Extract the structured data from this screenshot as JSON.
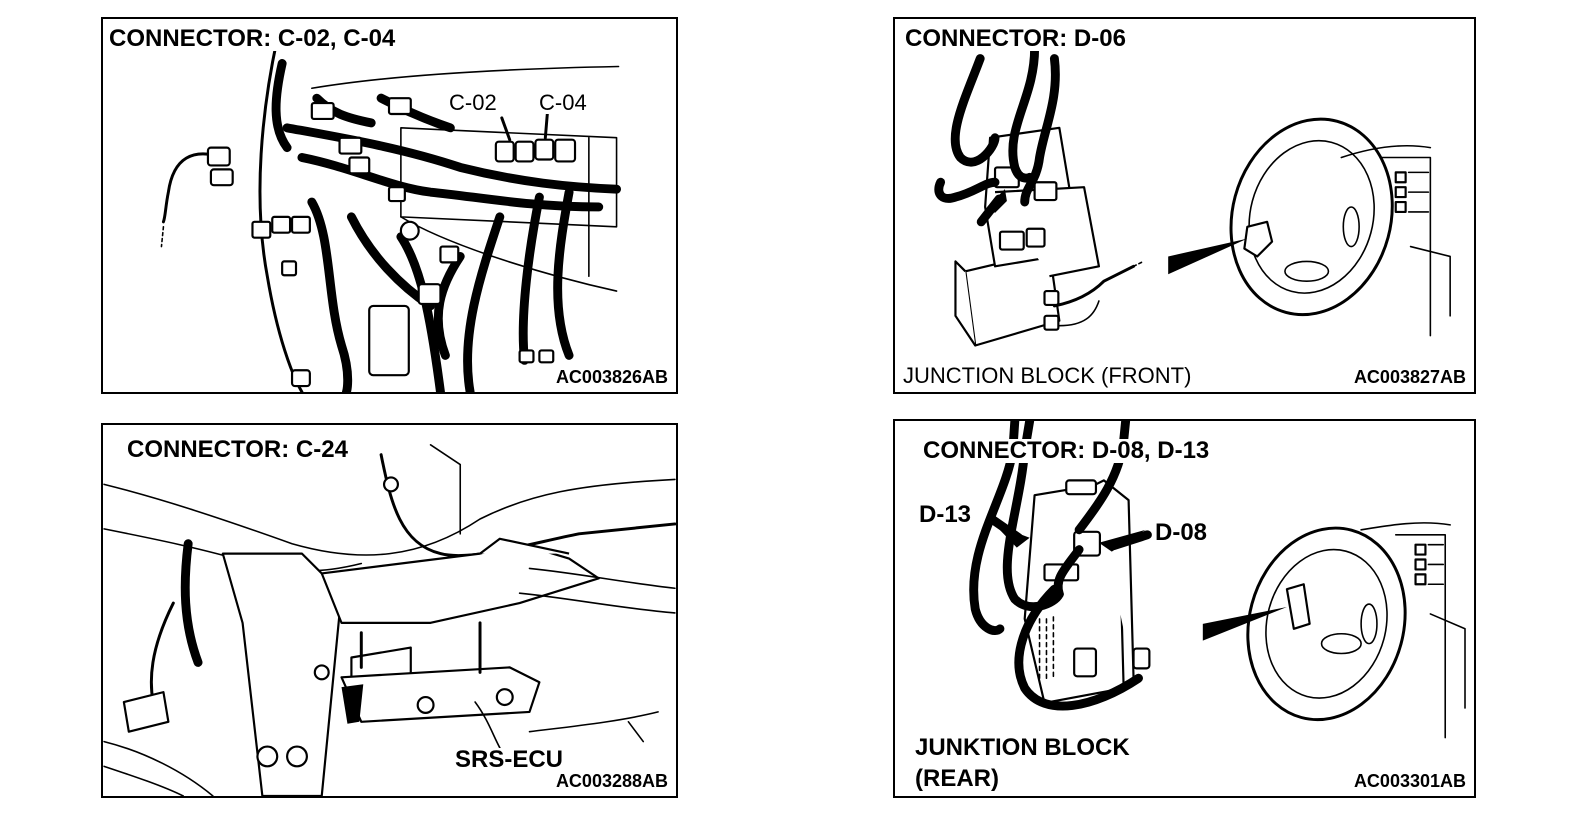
{
  "panels": {
    "top_left": {
      "title": "CONNECTOR: C-02, C-04",
      "callouts": [
        "C-02",
        "C-04"
      ],
      "code": "AC003826AB"
    },
    "top_right": {
      "title": "CONNECTOR: D-06",
      "caption": "JUNCTION BLOCK (FRONT)",
      "code": "AC003827AB"
    },
    "bottom_left": {
      "title": "CONNECTOR: C-24",
      "caption": "SRS-ECU",
      "code": "AC003288AB"
    },
    "bottom_right": {
      "title": "CONNECTOR: D-08, D-13",
      "callouts": [
        "D-13",
        "D-08"
      ],
      "caption_line1": "JUNKTION BLOCK",
      "caption_line2": "(REAR)",
      "code": "AC003301AB"
    }
  }
}
